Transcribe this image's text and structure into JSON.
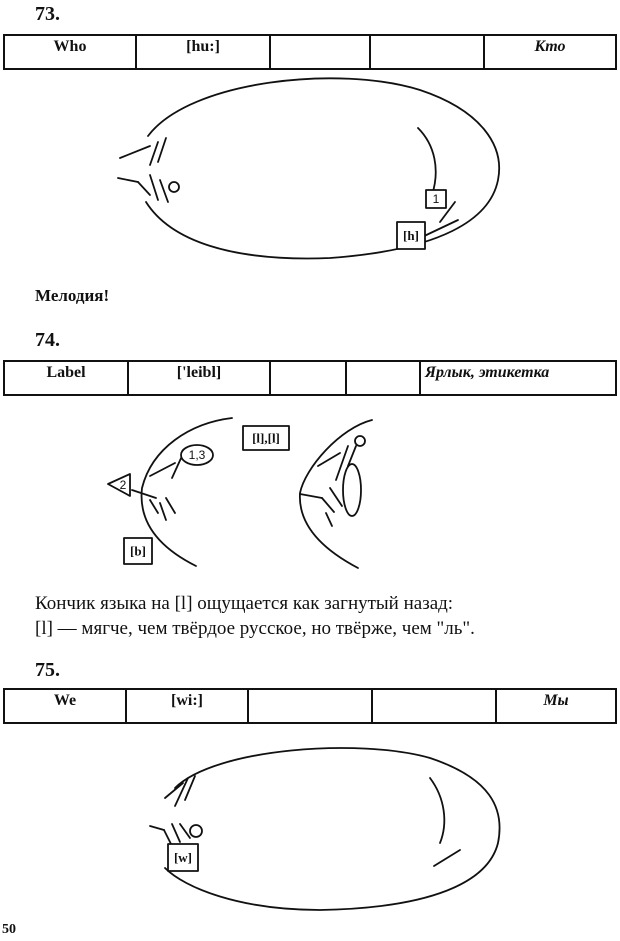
{
  "page_number": "50",
  "exercises": [
    {
      "number": "73.",
      "cells": [
        "Who",
        "[hu:]",
        "",
        "",
        "Кто"
      ],
      "labels": {
        "marker": "1",
        "sound": "[h]"
      },
      "caption": "Мелодия!"
    },
    {
      "number": "74.",
      "cells": [
        "Label",
        "['leibl]",
        "",
        "",
        "Ярлык, этикетка"
      ],
      "labels": {
        "tongue_tag": "1,3",
        "triangle": "2",
        "lbox": "[l],[l]",
        "bbox": "[b]"
      },
      "caption_lines": [
        "Кончик языка на [l] ощущается как загнутый назад:",
        "[l] — мягче, чем твёрдое русское, но твёрже, чем \"ль\"."
      ]
    },
    {
      "number": "75.",
      "cells": [
        "We",
        "[wi:]",
        "",
        "",
        "Мы"
      ],
      "labels": {
        "sound": "[w]"
      }
    }
  ]
}
